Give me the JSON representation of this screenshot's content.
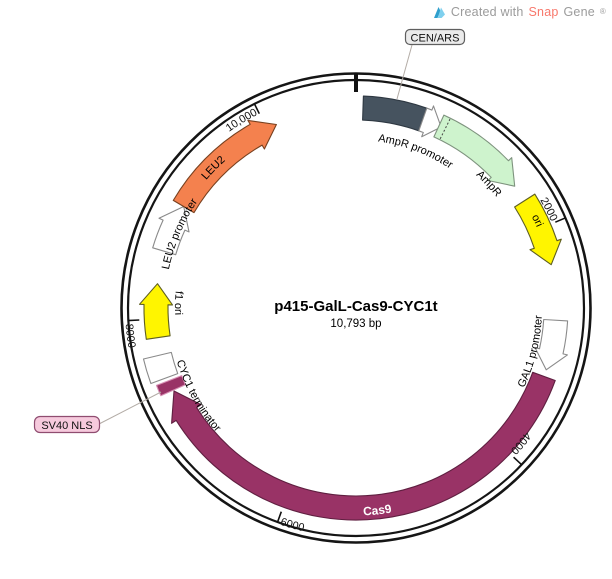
{
  "watermark": {
    "prefix": "Created with ",
    "brand_a": "Snap",
    "brand_b": "Gene",
    "registered": "®",
    "text_color": "#9b9b9b",
    "brand_color": "#f8786c",
    "logo_color_dark": "#2f9fcd",
    "logo_color_light": "#7fd0ee"
  },
  "plasmid": {
    "name": "p415-GalL-Cas9-CYC1t",
    "size_label": "10,793 bp",
    "length_bp": 10793
  },
  "origin_tick_bp": 1,
  "ticks": [
    {
      "bp": 2000,
      "label": "2000"
    },
    {
      "bp": 4000,
      "label": "4000"
    },
    {
      "bp": 6000,
      "label": "6000"
    },
    {
      "bp": 8000,
      "label": "8000"
    },
    {
      "bp": 10000,
      "label": "10,000"
    }
  ],
  "features": [
    {
      "id": "cen_ars",
      "label": "CEN/ARS",
      "shape": "box",
      "span_bp": [
        60,
        585
      ],
      "fill": "#46535F",
      "stroke": "#2E3842",
      "label_mode": "callout"
    },
    {
      "id": "ampr_promoter",
      "label": "AmpR promoter",
      "shape": "arrow",
      "span_bp": [
        585,
        755
      ],
      "fill": "#FFFFFF",
      "stroke": "#8A8A8A",
      "label_mode": "curved"
    },
    {
      "id": "ampr",
      "label": "AmpR",
      "shape": "arrow",
      "span_bp": [
        734,
        1574
      ],
      "fill": "#CEF3CD",
      "stroke": "#7E937E",
      "label_mode": "curved"
    },
    {
      "id": "ampr_boundary",
      "label": "",
      "shape": "dotted-boundary",
      "span_bp": [
        793,
        793
      ],
      "fill": "none",
      "stroke": "#444444",
      "label_mode": "none"
    },
    {
      "id": "ori",
      "label": "ori",
      "shape": "arrow",
      "span_bp": [
        1724,
        2323
      ],
      "fill": "#FFF500",
      "stroke": "#5E5E21",
      "label_mode": "curved"
    },
    {
      "id": "gal1_promoter",
      "label": "GAL1 promoter",
      "shape": "arrow",
      "span_bp": [
        2803,
        3238
      ],
      "fill": "#FFFFFF",
      "stroke": "#8A8A8A",
      "label_mode": "curved"
    },
    {
      "id": "cas9",
      "label": "Cas9",
      "shape": "arrow",
      "span_bp": [
        3298,
        7360
      ],
      "fill": "#993366",
      "stroke": "#5F1F40",
      "label_mode": "curved"
    },
    {
      "id": "cyc1_terminator",
      "label": "CYC1 terminator",
      "shape": "box",
      "span_bp": [
        7489,
        7690
      ],
      "fill": "#FFFFFF",
      "stroke": "#8A8A8A",
      "label_mode": "curved"
    },
    {
      "id": "sv40_nls",
      "label": "SV40 NLS",
      "shape": "box",
      "span_bp": [
        7369,
        7459
      ],
      "fill": "#993366",
      "stroke": "#D78FB4",
      "label_mode": "callout"
    },
    {
      "id": "f1_ori",
      "label": "f1 ori",
      "shape": "arrow",
      "span_bp": [
        7840,
        8304
      ],
      "fill": "#FFF500",
      "stroke": "#5E5E21",
      "label_mode": "curved"
    },
    {
      "id": "leu2_promoter",
      "label": "LEU2 promoter",
      "shape": "arrow",
      "span_bp": [
        8589,
        9009
      ],
      "fill": "#FFFFFF",
      "stroke": "#8A8A8A",
      "label_mode": "curved"
    },
    {
      "id": "leu2",
      "label": "LEU2",
      "shape": "arrow",
      "span_bp": [
        9009,
        10090
      ],
      "fill": "#F4814E",
      "stroke": "#77401F",
      "label_mode": "curved"
    }
  ],
  "callouts": {
    "cen_ars": {
      "label": "CEN/ARS",
      "fill": "#EBEBEB",
      "border": "#5F5F5F"
    },
    "sv40_nls": {
      "label": "SV40 NLS",
      "fill": "#F6CADD",
      "border": "#8F4C70"
    }
  }
}
